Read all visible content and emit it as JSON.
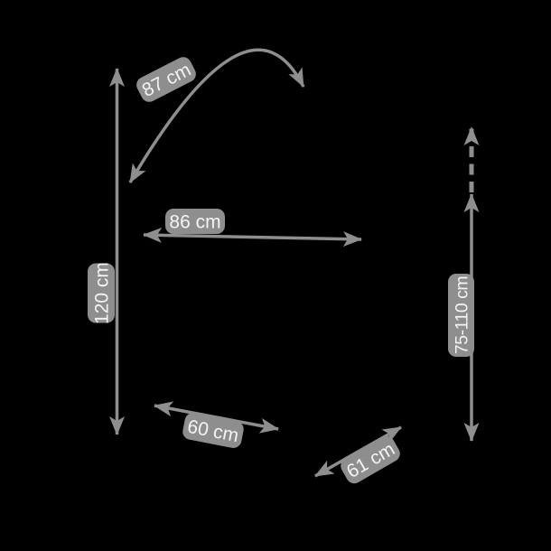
{
  "colors": {
    "background": "#000000",
    "dimension": "#8e8e8e",
    "label_text": "#f4f4f4"
  },
  "measurements": {
    "arc_sweep": {
      "label": "87 cm"
    },
    "overall_height": {
      "label": "120 cm"
    },
    "overall_width": {
      "label": "86 cm"
    },
    "base_depth": {
      "label": "60 cm"
    },
    "base_diagonal": {
      "label": "61 cm"
    },
    "adjustable_height": {
      "label": "75-110 cm"
    }
  }
}
